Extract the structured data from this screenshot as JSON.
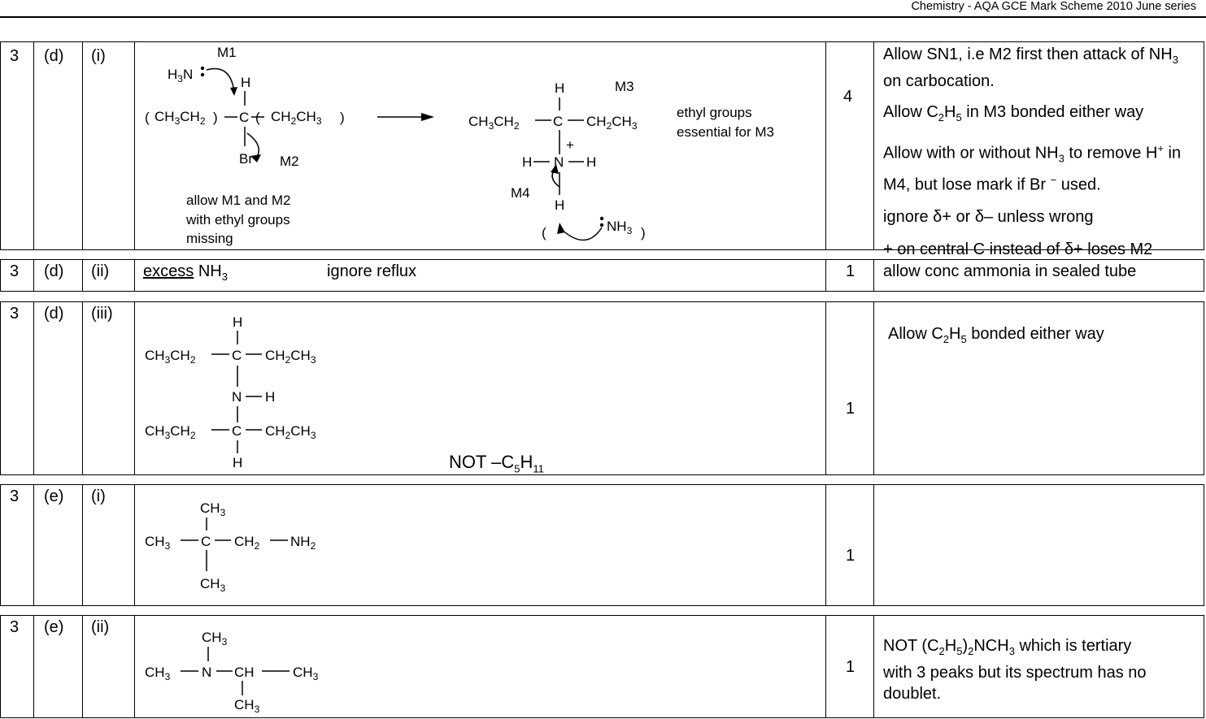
{
  "header": "Chemistry - AQA GCE Mark Scheme 2010 June series",
  "rows": [
    {
      "q": "3",
      "p": "(d)",
      "s": "(i)",
      "mark": "4",
      "labels": {
        "m1": "M1",
        "h3n": "H",
        "h3n_sub": "3",
        "h3n_n": "N",
        "h": "H",
        "ch3ch2": "CH",
        "ch3ch2_s1": "3",
        "ch3ch2_2": "CH",
        "ch3ch2_s2": "2",
        "c": "C",
        "ch2ch3": "CH",
        "ch2ch3_s1": "2",
        "ch2ch3_2": "CH",
        "ch2ch3_s2": "3",
        "br": "Br",
        "m2": "M2",
        "note": [
          "allow M1 and M2",
          "with ethyl groups",
          "missing"
        ],
        "prod_h": "H",
        "m3": "M3",
        "prod_left": "CH",
        "prod_left_s1": "3",
        "prod_left_2": "CH",
        "prod_left_s2": "2",
        "prod_c": "C",
        "prod_right": "CH",
        "prod_right_s1": "2",
        "prod_right_2": "CH",
        "prod_right_s2": "3",
        "plus": "+",
        "n_h_left": "H",
        "n": "N",
        "n_h_right": "H",
        "m4": "M4",
        "n_h_bottom": "H",
        "nh3": "NH",
        "nh3_sub": "3",
        "ethyl_note": [
          "ethyl groups",
          "essential for M3"
        ]
      },
      "comments": [
        {
          "text": "Allow SN1, i.e M2 first then attack of NH3 on carbocation."
        },
        {
          "text": "Allow C2H5 in M3 bonded either way"
        },
        {
          "text": "Allow with or without NH3 to remove H+ in M4, but lose mark if Br − used."
        },
        {
          "text": "ignore δ+ or δ– unless wrong"
        },
        {
          "text": "+ on central C instead of δ+ loses M2"
        }
      ]
    },
    {
      "q": "3",
      "p": "(d)",
      "s": "(ii)",
      "mark": "1",
      "answer_u": "excess",
      "answer_rest": "NH",
      "answer_sub": "3",
      "answer_note": "ignore reflux",
      "comment": "allow conc ammonia in sealed tube"
    },
    {
      "q": "3",
      "p": "(d)",
      "s": "(iii)",
      "mark": "1",
      "not_text": "NOT –C",
      "not_sub1": "5",
      "not_h": "H",
      "not_sub2": "11",
      "comment_pre": "Allow C",
      "comment_sub1": "2",
      "comment_h": "H",
      "comment_sub2": "5",
      "comment_post": " bonded either way",
      "labels": {
        "h_top": "H",
        "c1": "C",
        "n": "N",
        "nh": "H",
        "c2": "C",
        "h_bot": "H"
      }
    },
    {
      "q": "3",
      "p": "(e)",
      "s": "(i)",
      "mark": "1",
      "labels": {
        "ch3_top": "CH",
        "ch3_left": "CH",
        "c": "C",
        "ch2": "CH",
        "nh2": "NH",
        "ch3_bot": "CH"
      }
    },
    {
      "q": "3",
      "p": "(e)",
      "s": "(ii)",
      "mark": "1",
      "labels": {
        "ch3_top": "CH",
        "ch3_left": "CH",
        "n": "N",
        "ch": "CH",
        "ch3_right": "CH",
        "ch3_bot": "CH"
      },
      "comment_lines": [
        "NOT (C2H5)2NCH3 which is tertiary",
        "with 3 peaks but its spectrum has no",
        "doublet."
      ]
    }
  ]
}
